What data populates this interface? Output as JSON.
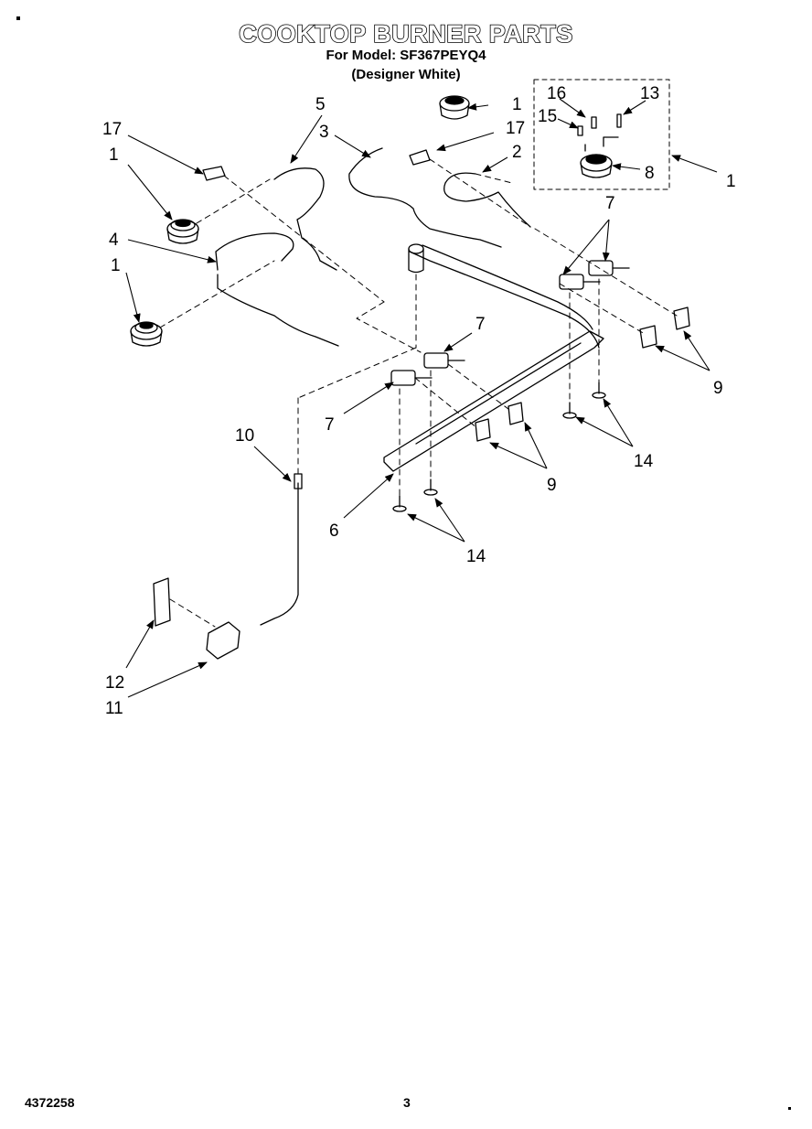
{
  "header": {
    "title": "COOKTOP BURNER PARTS",
    "model_line": "For Model: SF367PEYQ4",
    "finish_line": "(Designer White)"
  },
  "footer": {
    "doc_number": "4372258",
    "page_number": "3"
  },
  "callouts": {
    "c1a": "1",
    "c1b": "1",
    "c1c": "1",
    "c1d": "1",
    "c2": "2",
    "c3": "3",
    "c4": "4",
    "c5": "5",
    "c6": "6",
    "c7a": "7",
    "c7b": "7",
    "c7c": "7",
    "c8": "8",
    "c9a": "9",
    "c9b": "9",
    "c10": "10",
    "c11": "11",
    "c12": "12",
    "c13": "13",
    "c14a": "14",
    "c14b": "14",
    "c15": "15",
    "c16": "16",
    "c17a": "17",
    "c17b": "17"
  }
}
